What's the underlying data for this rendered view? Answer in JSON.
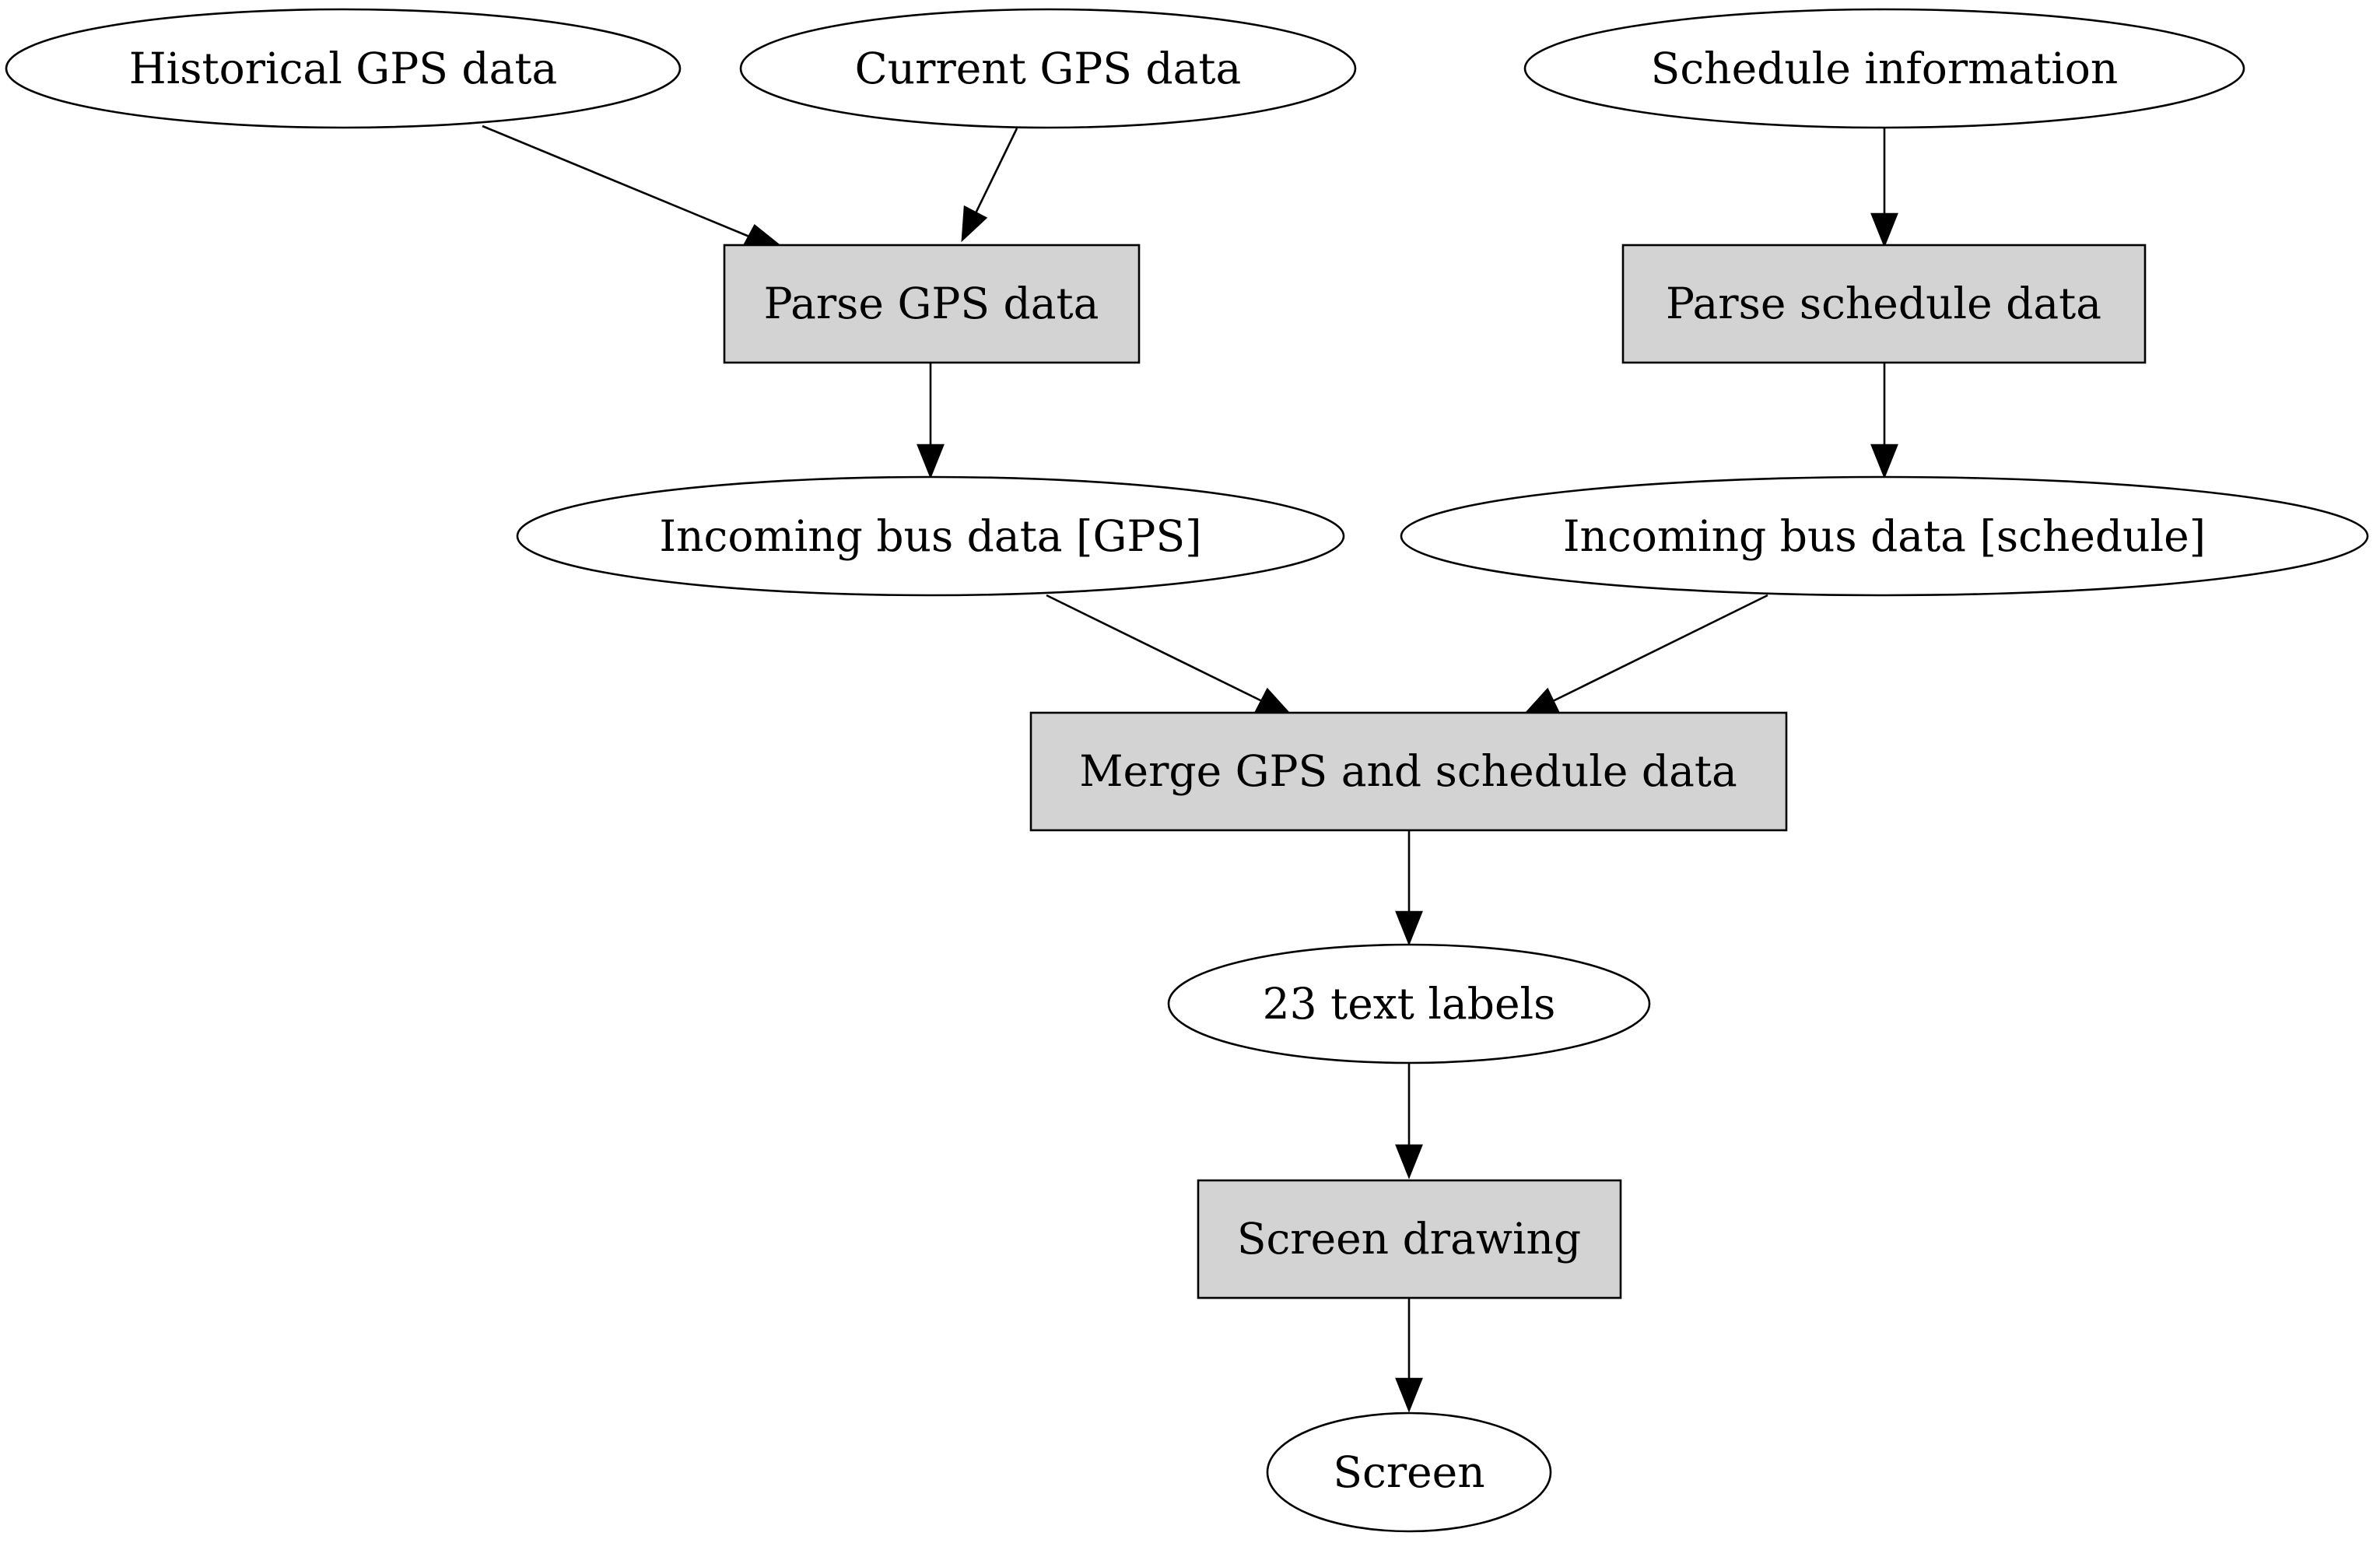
{
  "nodes": {
    "historical_gps": {
      "label": "Historical GPS data",
      "shape": "ellipse"
    },
    "current_gps": {
      "label": "Current GPS data",
      "shape": "ellipse"
    },
    "schedule_info": {
      "label": "Schedule information",
      "shape": "ellipse"
    },
    "parse_gps": {
      "label": "Parse GPS data",
      "shape": "box"
    },
    "parse_schedule": {
      "label": "Parse schedule data",
      "shape": "box"
    },
    "incoming_gps": {
      "label": "Incoming bus data [GPS]",
      "shape": "ellipse"
    },
    "incoming_schedule": {
      "label": "Incoming bus data [schedule]",
      "shape": "ellipse"
    },
    "merge": {
      "label": "Merge GPS and schedule data",
      "shape": "box"
    },
    "text_labels": {
      "label": "23 text labels",
      "shape": "ellipse"
    },
    "screen_drawing": {
      "label": "Screen drawing",
      "shape": "box"
    },
    "screen": {
      "label": "Screen",
      "shape": "ellipse"
    }
  },
  "edges": [
    {
      "from": "historical_gps",
      "to": "parse_gps"
    },
    {
      "from": "current_gps",
      "to": "parse_gps"
    },
    {
      "from": "schedule_info",
      "to": "parse_schedule"
    },
    {
      "from": "parse_gps",
      "to": "incoming_gps"
    },
    {
      "from": "parse_schedule",
      "to": "incoming_schedule"
    },
    {
      "from": "incoming_gps",
      "to": "merge"
    },
    {
      "from": "incoming_schedule",
      "to": "merge"
    },
    {
      "from": "merge",
      "to": "text_labels"
    },
    {
      "from": "text_labels",
      "to": "screen_drawing"
    },
    {
      "from": "screen_drawing",
      "to": "screen"
    }
  ],
  "colors": {
    "box_fill": "#d3d3d3",
    "ellipse_fill": "#ffffff",
    "stroke": "#000000"
  }
}
